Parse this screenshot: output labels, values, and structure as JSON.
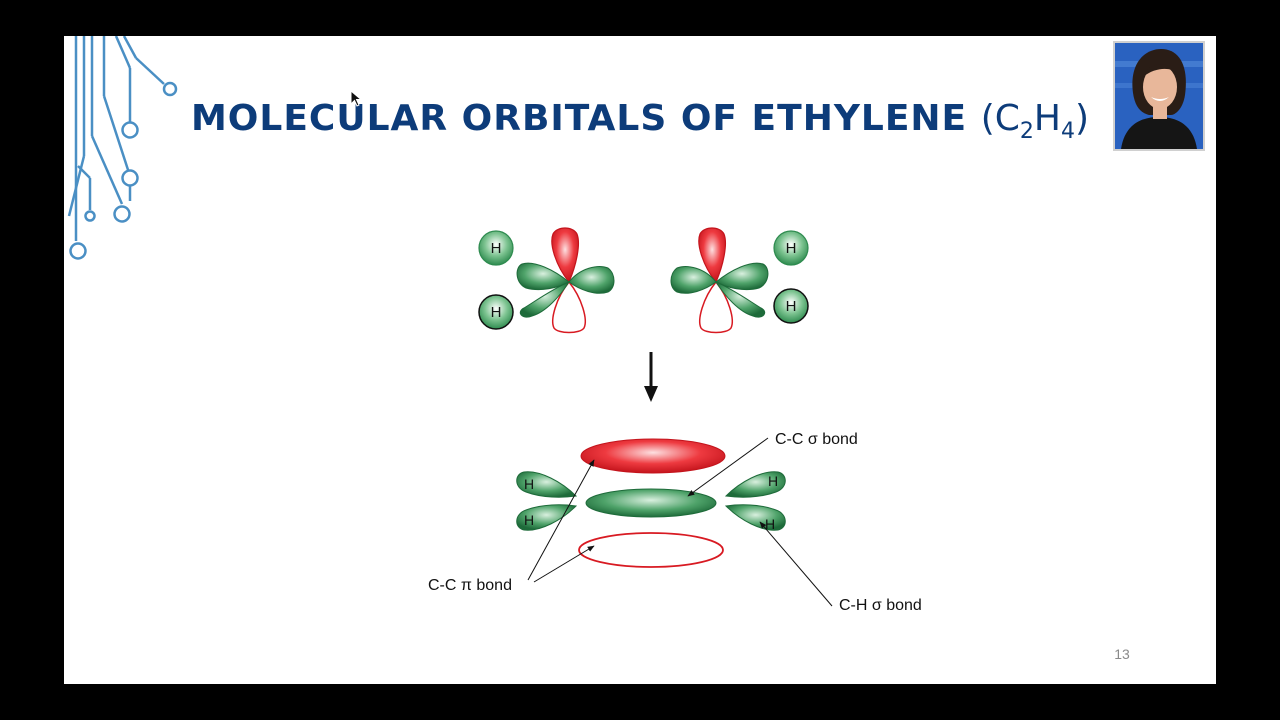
{
  "slide": {
    "title_main": "MOLECULAR ORBITALS OF ETHYLENE",
    "title_formula_open": "(C",
    "title_formula_sub1": "2",
    "title_formula_mid": "H",
    "title_formula_sub2": "4",
    "title_formula_close": ")",
    "page_number": "13"
  },
  "diagram": {
    "hydrogen_label": "H",
    "label_cc_sigma": "C-C σ bond",
    "label_cc_pi": "C-C π bond",
    "label_ch_sigma": "C-H σ bond"
  },
  "colors": {
    "title_blue": "#0d3c7a",
    "circuit_blue": "#4a8fc4",
    "orbital_red": "#e8202a",
    "orbital_green": "#2e8b4f"
  }
}
